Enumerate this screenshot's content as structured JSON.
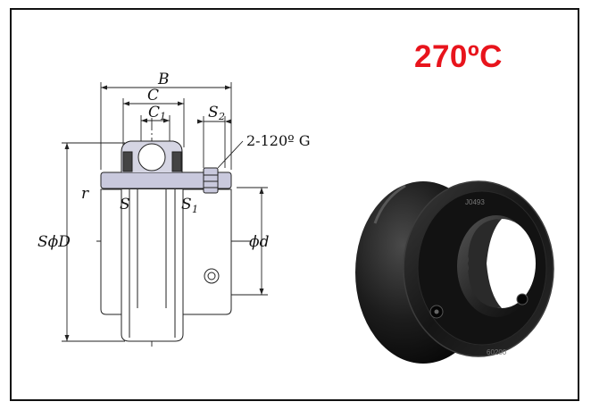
{
  "temperature": "270ºC",
  "drawing": {
    "labels": {
      "B": "B",
      "C": "C",
      "C1_main": "C",
      "C1_sub": "1",
      "S2_main": "S",
      "S2_sub": "2",
      "G": "2-120º G",
      "r": "r",
      "S": "S",
      "S1_main": "S",
      "S1_sub": "1",
      "SD": "SϕD",
      "d": "ϕd"
    }
  },
  "photo": {
    "marking_top": "J0493",
    "marking_bottom": "60200"
  },
  "colors": {
    "temp_red": "#e8141c",
    "ring_fill": "#c9c9dd",
    "bearing_black": "#1a1a1a"
  }
}
